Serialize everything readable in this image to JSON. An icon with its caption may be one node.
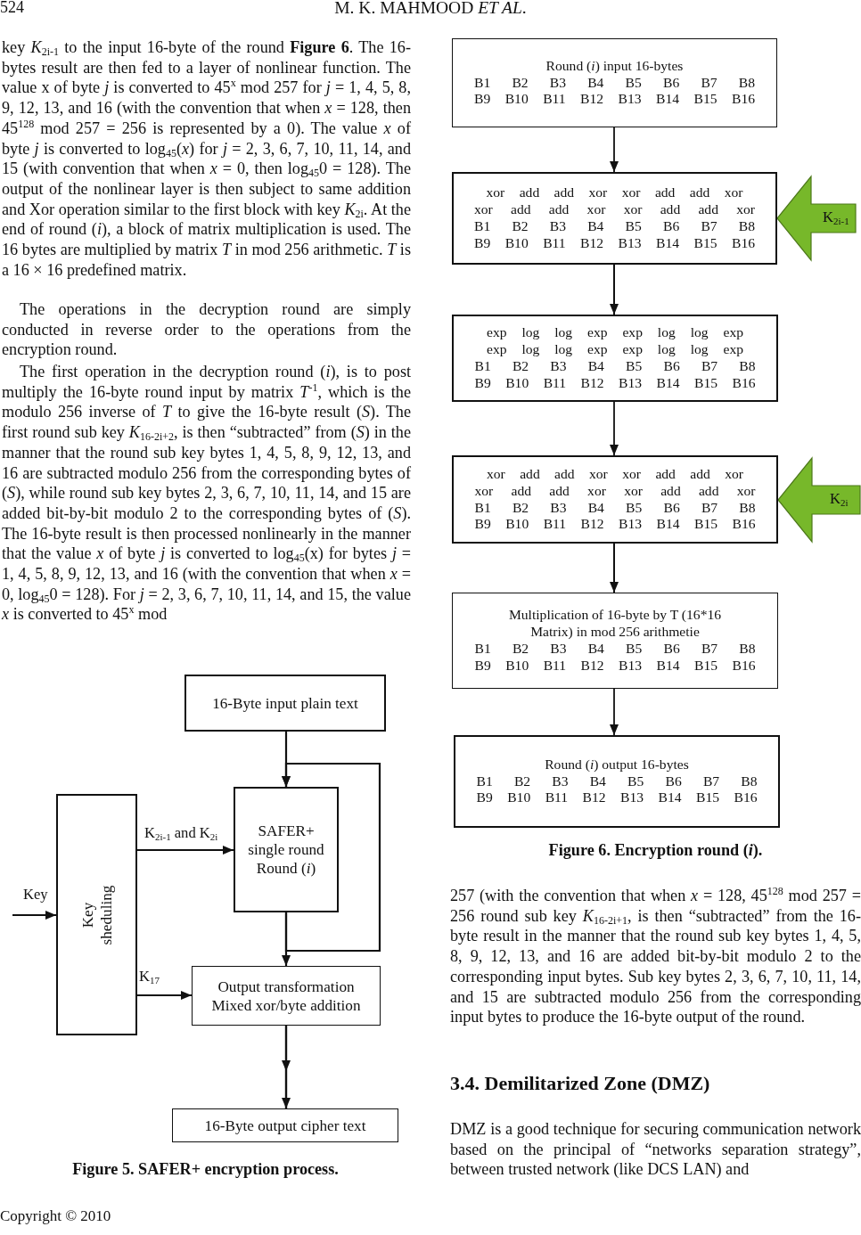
{
  "diagram": {
    "nodes": [
      {
        "text": [
          "16-Byte input plain text"
        ]
      },
      {
        "text": [
          "SAFER+ single round",
          "Round (*i*)"
        ]
      },
      {
        "text": [
          "Key sheduling"
        ]
      },
      {
        "text": [
          "Output transformation",
          "Mixed xor/byte addition"
        ]
      },
      {
        "text": [
          "16-Byte output cipher text"
        ]
      },
      {
        "text": [
          "Round (*i*) input 16-bytes",
          "B1 B2 B3 B4 B5 B6 B7 B8",
          "B9 B10 B11 B12 B13 B14 B15 B16"
        ]
      },
      {
        "text": [
          "xor add add xor xor add add xor",
          "xor add add xor xor add add xor",
          "B1 B2 B3 B4 B5 B6 B7 B8",
          "B9 B10 B11 B12 B13 B14 B15 B16"
        ]
      },
      {
        "text": [
          "exp log log exp exp log log exp",
          "exp log log exp exp log log exp",
          "B1 B2 B3 B4 B5 B6 B7 B8",
          "B9 B10 B11 B12 B13 B14 B15 B16"
        ]
      },
      {
        "text": [
          "xor add add xor xor add add xor",
          "xor add add xor xor add add xor",
          "B1 B2 B3 B4 B5 B6 B7 B8",
          "B9 B10 B11 B12 B13 B14 B15 B16"
        ]
      },
      {
        "text": [
          "Multiplication of 16-byte by T (16*16 Matrix) in mod 256 arithmetie",
          "B1 B2 B3 B4 B5 B6 B7 B8",
          "B9 B10 B11 B12 B13 B14 B15 B16"
        ]
      },
      {
        "text": [
          "Round (*i*) output 16-bytes",
          "B1 B2 B3 B4 B5 B6 B7 B8",
          "B9 B10 B11 B12 B13 B14 B15 B16"
        ]
      }
    ],
    "edges": [
      {
        "from": null,
        "to": 2,
        "arrow": "to",
        "label": "Key"
      },
      {
        "from": 0,
        "to": 1,
        "arrow": "to"
      },
      {
        "from": 2,
        "to": 1,
        "arrow": "to",
        "label": "K$_{2i-1}$ and K$_{2i}$"
      },
      {
        "from": 1,
        "to": 3,
        "arrow": "to"
      },
      {
        "from": 1,
        "to": 1,
        "arrow": "to"
      },
      {
        "from": 2,
        "to": 3,
        "arrow": "to",
        "label": "K$_{17}$"
      },
      {
        "from": 3,
        "to": 4,
        "arrow": "to"
      },
      {
        "from": 5,
        "to": 6,
        "arrow": "to"
      },
      {
        "from": null,
        "to": 6,
        "arrow": "to",
        "label": "K$_{2i-1}$",
        "style": "thick",
        "color": "#77b82a"
      },
      {
        "from": 6,
        "to": 7,
        "arrow": "to"
      },
      {
        "from": 7,
        "to": 8,
        "arrow": "to"
      },
      {
        "from": null,
        "to": 8,
        "arrow": "to",
        "label": "K$_{2i}$",
        "style": "thick",
        "color": "#77b82a"
      },
      {
        "from": 8,
        "to": 9,
        "arrow": "to"
      },
      {
        "from": 9,
        "to": 10,
        "arrow": "to"
      }
    ],
    "labels": [
      "524",
      "M. K. MAHMOOD *ET AL*.",
      "key *K*$_{2i-1}$ to the input 16-byte of the round **Figure 6**. The 16-bytes result are then fed to a layer of nonlinear function. The value x of byte *j* is converted to 45$^{x}$ mod 257 for *j* = 1, 4, 5, 8, 9, 12, 13, and 16 (with the convention that when *x* = 128, then 45$^{128}$ mod 257 = 256 is represented by a 0). The value *x* of byte *j* is converted to log$_{45}$(*x*) for *j* = 2, 3, 6, 7, 10, 11, 14, and 15 (with convention that when *x* = 0, then log$_{45}$0 = 128). The output of the nonlinear layer is then subject to same addition and Xor operation similar to the first block with key *K*$_{2i}$. At the end of round (*i*), a block of matrix multiplication is used. The 16 bytes are multiplied by matrix *T* in mod 256 arithmetic. *T* is a 16 × 16 predefined matrix.",
      "The operations in the decryption round are simply conducted in reverse order to the operations from the encryption round.",
      "The first operation in the decryption round (*i*), is to post multiply the 16-byte round input by matrix *T*$^{-1}$, which is the modulo 256 inverse of *T* to give the 16-byte result (*S*). The first round sub key *K*$_{16-2i+2}$, is then “subtracted” from (*S*) in the manner that the round sub key bytes 1, 4, 5, 8, 9, 12, 13, and 16 are subtracted modulo 256 from the corresponding bytes of (*S*), while round sub key bytes 2, 3, 6, 7, 10, 11, 14, and 15 are added bit-by-bit modulo 2 to the corresponding bytes of (*S*). The 16-byte result is then processed nonlinearly in the manner that the value *x* of byte *j* is converted to log$_{45}$(x) for bytes *j* = 1, 4, 5, 8, 9, 12, 13, and 16 (with the convention that when *x* = 0, log$_{45}$0 = 128). For *j* = 2, 3, 6, 7, 10, 11, 14, and 15, the value *x* is converted to 45$^{x}$ mod",
      "Figure 5. SAFER+ encryption process.",
      "Figure 6. Encryption round (*i*).",
      "257 (with the convention that when *x* = 128, 45$^{128}$ mod 257 = 256 round sub key *K*$_{16-2i+1}$, is then “subtracted” from the 16-byte result in the manner that the round sub key bytes 1, 4, 5, 8, 9, 12, 13, and 16 are added bit-by-bit modulo 2 to the corresponding input bytes. Sub key bytes 2, 3, 6, 7, 10, 11, 14, and 15 are subtracted modulo 256 from the corresponding input bytes to produce the 16-byte output of the round.",
      "3.4. Demilitarized Zone (DMZ)",
      "DMZ is a good technique for securing communication network based on the principal of “networks separation strategy”, between trusted network (like DCS LAN) and",
      "Copyright © 2010"
    ]
  }
}
